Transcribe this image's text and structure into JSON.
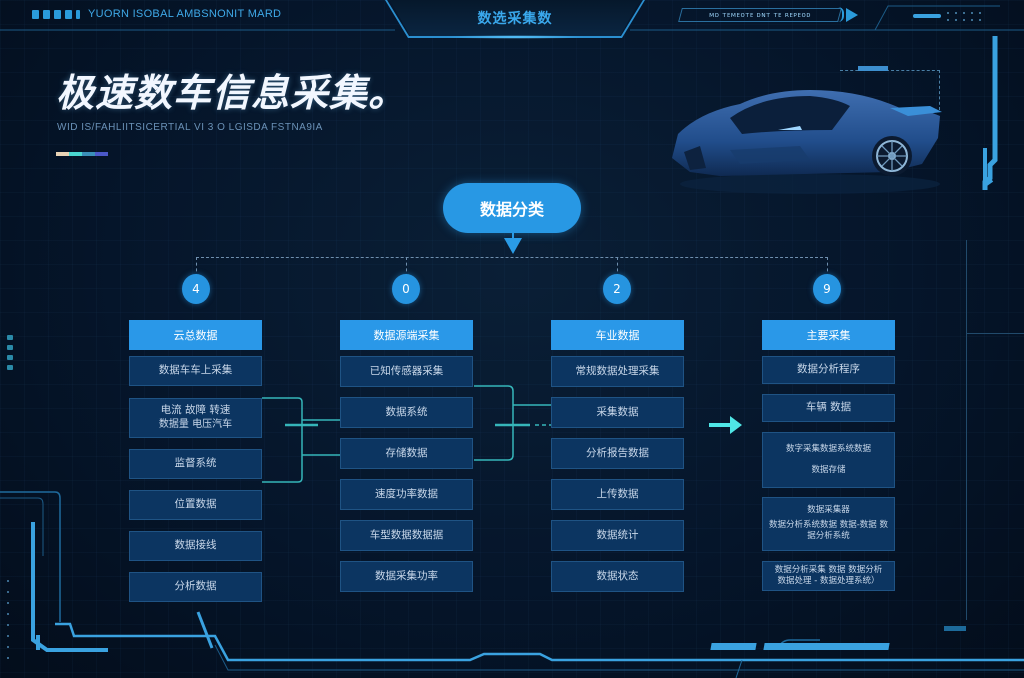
{
  "header": {
    "brand_text": "YUORN ISOBAL AMBSNONIT MARD",
    "center_title": "数选采集数",
    "status_text": "ᴍᴅ ᴛᴇᴍᴇᴏᴛᴇ ᴅɴᴛ ᴛᴇ ʀᴇᴘᴇᴏᴅ",
    "icons": [
      "brand-dots-icon",
      "play-arrow-icon",
      "dots-grid-icon"
    ]
  },
  "hero": {
    "title": "极速数车信息采集。",
    "subtitle": "WID IS/FAHLIITSICERTIAL VI 3 O LGISDA FSTNA9IA",
    "color_bar": [
      "#e8d3b5",
      "#49d6cf",
      "#3a8fb8",
      "#4b58c8"
    ]
  },
  "diagram": {
    "root": {
      "label": "数据分类"
    },
    "branches": [
      {
        "number": "4",
        "header": "云总数据"
      },
      {
        "number": "0",
        "header": "数据源端采集"
      },
      {
        "number": "2",
        "header": "车业数据"
      },
      {
        "number": "9",
        "header": "主要采集"
      }
    ],
    "columns": [
      {
        "cells": [
          {
            "text": "数据车车上采集"
          },
          {
            "text": "电流 故障 转速",
            "sub": "数据量 电压汽车"
          },
          {
            "text": "监督系统"
          },
          {
            "text": "位置数据"
          },
          {
            "text": "数据接线"
          },
          {
            "text": "分析数据"
          }
        ]
      },
      {
        "cells": [
          {
            "text": "已知传感器采集"
          },
          {
            "text": "数据系统"
          },
          {
            "text": "存储数据"
          },
          {
            "text": "速度功率数据"
          },
          {
            "text": "车型数据数据据"
          },
          {
            "text": "数据采集功率"
          }
        ]
      },
      {
        "cells": [
          {
            "text": "常规数据处理采集"
          },
          {
            "text": "采集数据"
          },
          {
            "text": "分析报告数据"
          },
          {
            "text": "上传数据"
          },
          {
            "text": "数据统计"
          },
          {
            "text": "数据状态"
          }
        ]
      },
      {
        "cells": [
          {
            "text": "数据分析程序"
          },
          {
            "text": "车辆 数据"
          },
          {
            "text": "数字采集数据系统数据",
            "sub": "数据存储"
          },
          {
            "text": "数据采集器",
            "sub": "数据分析系统数据 数据-数据 数据分析系统"
          },
          {
            "text": "数据分析采集 数据 数据分析",
            "sub": "数据处理 - 数据处理系统）"
          }
        ]
      }
    ],
    "arrow_icon": "right-arrow-icon"
  },
  "colors": {
    "background": "#041222",
    "accent": "#2a98e8",
    "cell_bg": "#0c3561",
    "connector": "#3bc7c9",
    "frame": "#3aa2e0"
  }
}
